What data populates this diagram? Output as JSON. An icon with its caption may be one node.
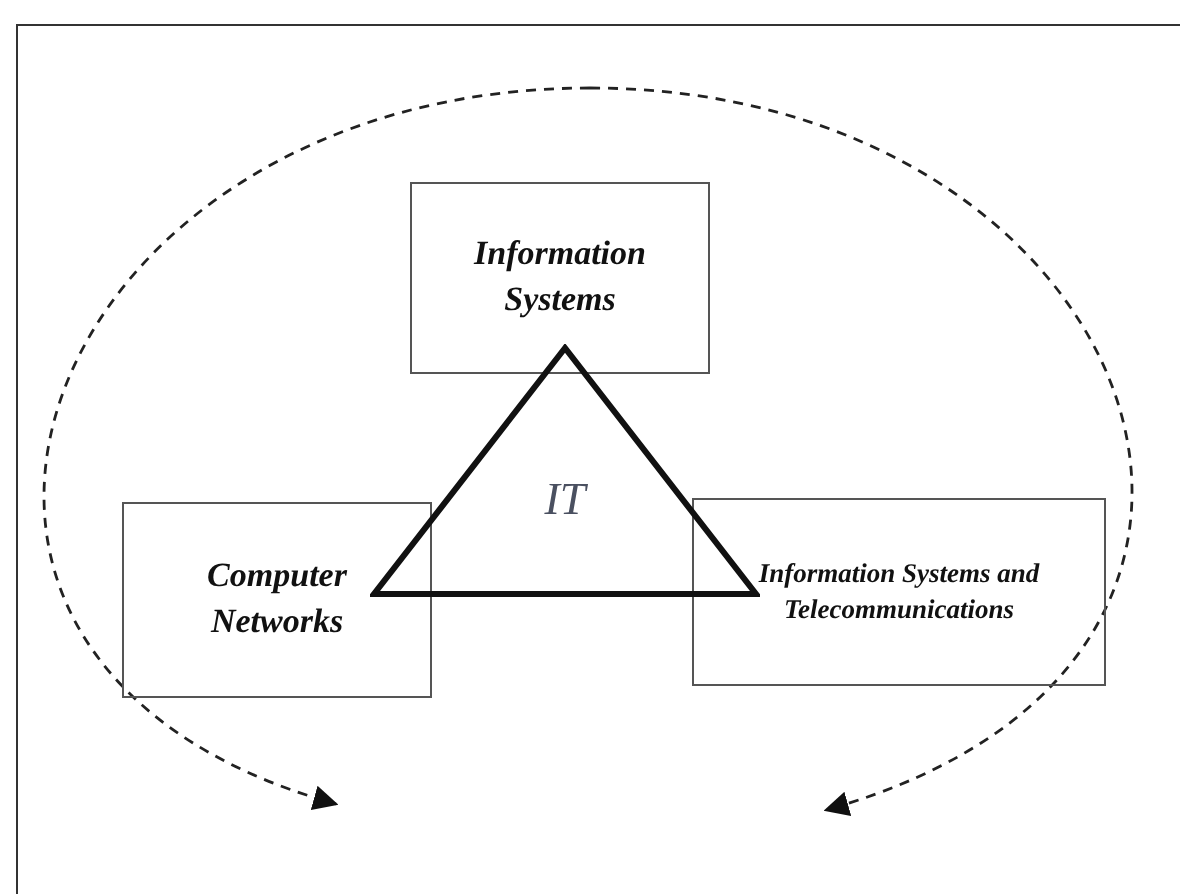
{
  "diagram": {
    "nodes": [
      {
        "text": [
          "Information Systems"
        ]
      },
      {
        "text": [
          "Computer Networks"
        ]
      },
      {
        "text": [
          "Information Systems and Telecommunications"
        ]
      },
      {
        "text": [
          "IT"
        ]
      }
    ]
  }
}
